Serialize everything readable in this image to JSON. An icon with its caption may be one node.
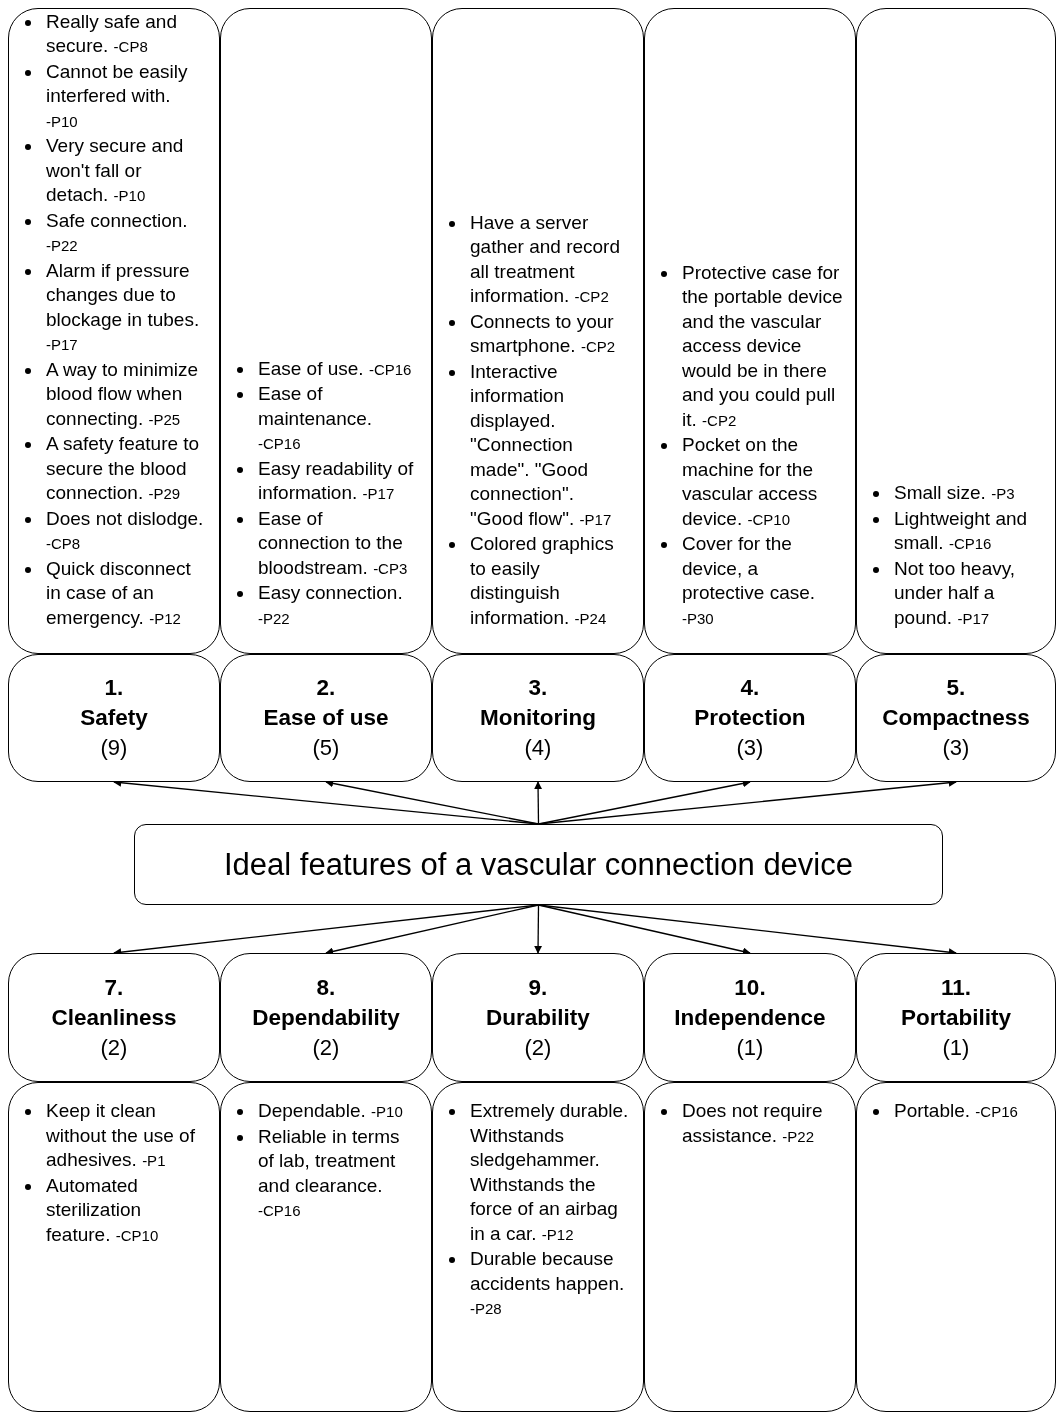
{
  "diagram": {
    "nodes": [
      {
        "text": [
          "Really safe and secure. -CP8",
          "Cannot be easily interfered with. -P10",
          "Very secure and won't fall or detach. -P10",
          "Safe connection. -P22",
          "Alarm if pressure changes due to blockage in tubes. -P17",
          "A way to minimize blood flow when connecting. -P25",
          "A safety feature to secure the blood connection. -P29",
          "Does not dislodge. -CP8",
          "Quick disconnect in case of an emergency. -P12"
        ]
      },
      {
        "text": [
          "Ease of use. -CP16",
          "Ease of maintenance. -CP16",
          "Easy readability of information. -P17",
          "Ease of connection to the bloodstream. -CP3",
          "Easy connection. -P22"
        ]
      },
      {
        "text": [
          "Have a server gather and record all treatment information. -CP2",
          "Connects to your smartphone. -CP2",
          "Interactive information displayed. \"Connection made\". \"Good connection\". \"Good flow\". -P17",
          "Colored graphics to easily distinguish information. -P24"
        ]
      },
      {
        "text": [
          "Protective case for the portable device and the vascular access device would be in there and you could pull it. -CP2",
          "Pocket on the machine for the vascular access device. -CP10",
          "Cover for the device, a protective case. -P30"
        ]
      },
      {
        "text": [
          "Small size. -P3",
          "Lightweight and small. -CP16",
          "Not too heavy, under half a pound. -P17"
        ]
      },
      {
        "text": [
          "1.",
          "Safety",
          "(9)"
        ]
      },
      {
        "text": [
          "2.",
          "Ease of use",
          "(5)"
        ]
      },
      {
        "text": [
          "3.",
          "Monitoring",
          "(4)"
        ]
      },
      {
        "text": [
          "4.",
          "Protection",
          "(3)"
        ]
      },
      {
        "text": [
          "5.",
          "Compactness",
          "(3)"
        ]
      },
      {
        "text": [
          "Ideal features of a vascular connection device"
        ]
      },
      {
        "text": [
          "7.",
          "Cleanliness",
          "(2)"
        ]
      },
      {
        "text": [
          "8.",
          "Dependability",
          "(2)"
        ]
      },
      {
        "text": [
          "9.",
          "Durability",
          "(2)"
        ]
      },
      {
        "text": [
          "10.",
          "Independence",
          "(1)"
        ]
      },
      {
        "text": [
          "11.",
          "Portability",
          "(1)"
        ]
      },
      {
        "text": [
          "Keep it clean without the use of adhesives. -P1",
          "Automated sterilization feature. -CP10"
        ]
      },
      {
        "text": [
          "Dependable. -P10",
          "Reliable in terms of lab, treatment and clearance. -CP16"
        ]
      },
      {
        "text": [
          "Extremely durable. Withstands sledgehammer. Withstands the force of an airbag in a car. -P12",
          "Durable because accidents happen. -P28"
        ]
      },
      {
        "text": [
          "Does not require assistance. -P22"
        ]
      },
      {
        "text": [
          "Portable. -CP16"
        ]
      }
    ],
    "edges": [
      {
        "from": 10,
        "to": 5,
        "arrow": "to"
      },
      {
        "from": 10,
        "to": 6,
        "arrow": "to"
      },
      {
        "from": 10,
        "to": 7,
        "arrow": "to"
      },
      {
        "from": 10,
        "to": 8,
        "arrow": "to"
      },
      {
        "from": 10,
        "to": 9,
        "arrow": "to"
      },
      {
        "from": 10,
        "to": 11,
        "arrow": "to"
      },
      {
        "from": 10,
        "to": 12,
        "arrow": "to"
      },
      {
        "from": 10,
        "to": 13,
        "arrow": "to"
      },
      {
        "from": 10,
        "to": 14,
        "arrow": "to"
      },
      {
        "from": 10,
        "to": 15,
        "arrow": "to"
      }
    ]
  }
}
